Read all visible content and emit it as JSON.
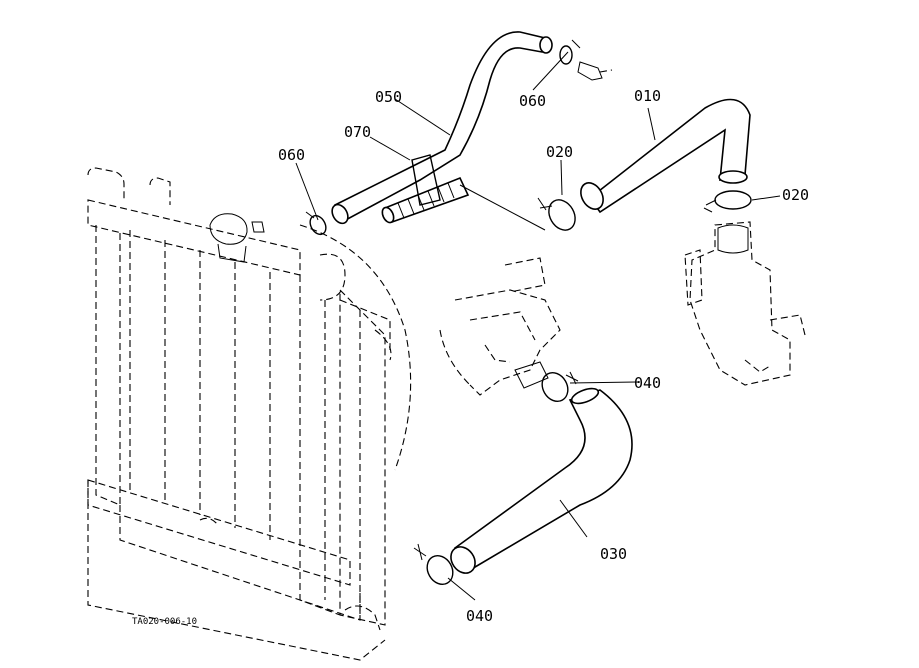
{
  "diagram": {
    "drawing_code": "TA020-006-10",
    "callouts": {
      "c010": "010",
      "c020_a": "020",
      "c020_b": "020",
      "c030": "030",
      "c040_a": "040",
      "c040_b": "040",
      "c050": "050",
      "c060_a": "060",
      "c060_b": "060",
      "c070": "070"
    }
  }
}
